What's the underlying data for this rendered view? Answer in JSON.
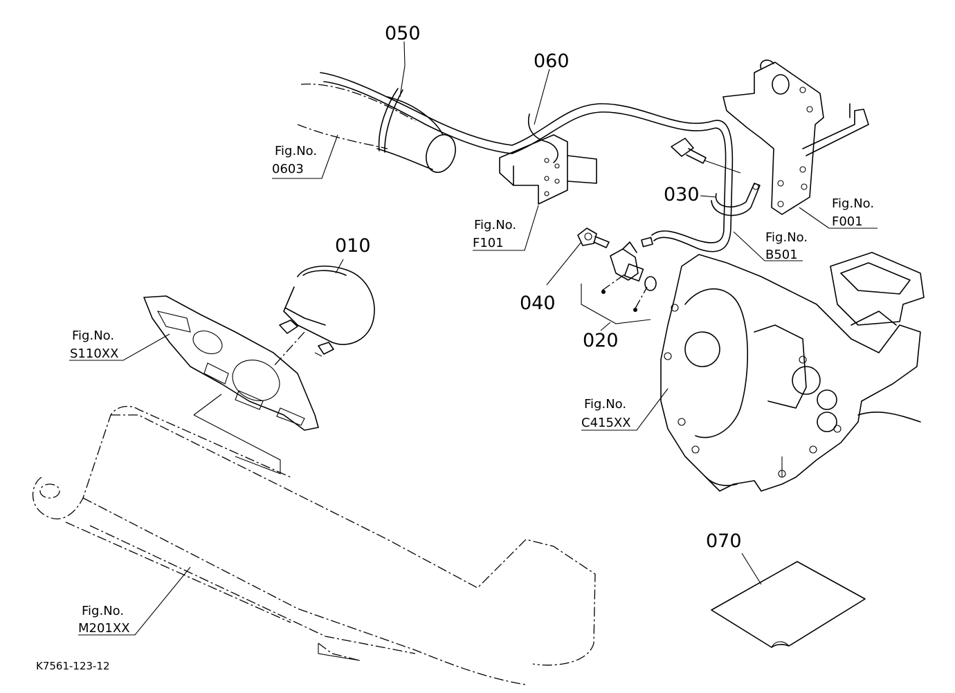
{
  "parts": {
    "p010": "010",
    "p020": "020",
    "p030": "030",
    "p040": "040",
    "p050": "050",
    "p060": "060",
    "p070": "070"
  },
  "references": {
    "fig_label": "Fig.No.",
    "r0603": "0603",
    "rF101": "F101",
    "rF001": "F001",
    "rB501": "B501",
    "rS110XX": "S110XX",
    "rC415XX": "C415XX",
    "rM201XX": "M201XX"
  },
  "diagram_code": "K7561-123-12"
}
